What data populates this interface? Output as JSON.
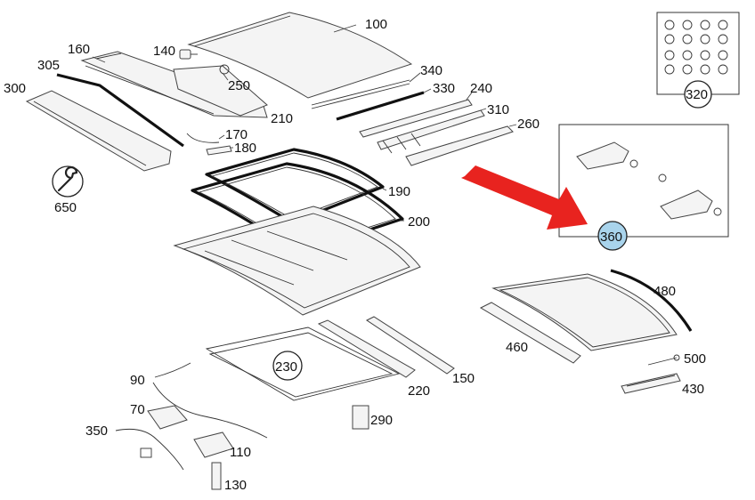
{
  "diagram": {
    "callouts": {
      "c100": "100",
      "c140": "140",
      "c160": "160",
      "c250": "250",
      "c305": "305",
      "c300": "300",
      "c340": "340",
      "c330": "330",
      "c240": "240",
      "c210": "210",
      "c310": "310",
      "c260": "260",
      "c170": "170",
      "c180": "180",
      "c650": "650",
      "c190": "190",
      "c200": "200",
      "c320": "320",
      "c360": "360",
      "c480": "480",
      "c460": "460",
      "c500": "500",
      "c430": "430",
      "c90": "90",
      "c230": "230",
      "c220": "220",
      "c150": "150",
      "c70": "70",
      "c290": "290",
      "c350": "350",
      "c110": "110",
      "c130": "130"
    },
    "colors": {
      "arrow": "#e8231f",
      "highlight_fill": "#a9d4ec",
      "line": "#222222"
    },
    "icons": {
      "tool": "wrench-icon"
    }
  }
}
